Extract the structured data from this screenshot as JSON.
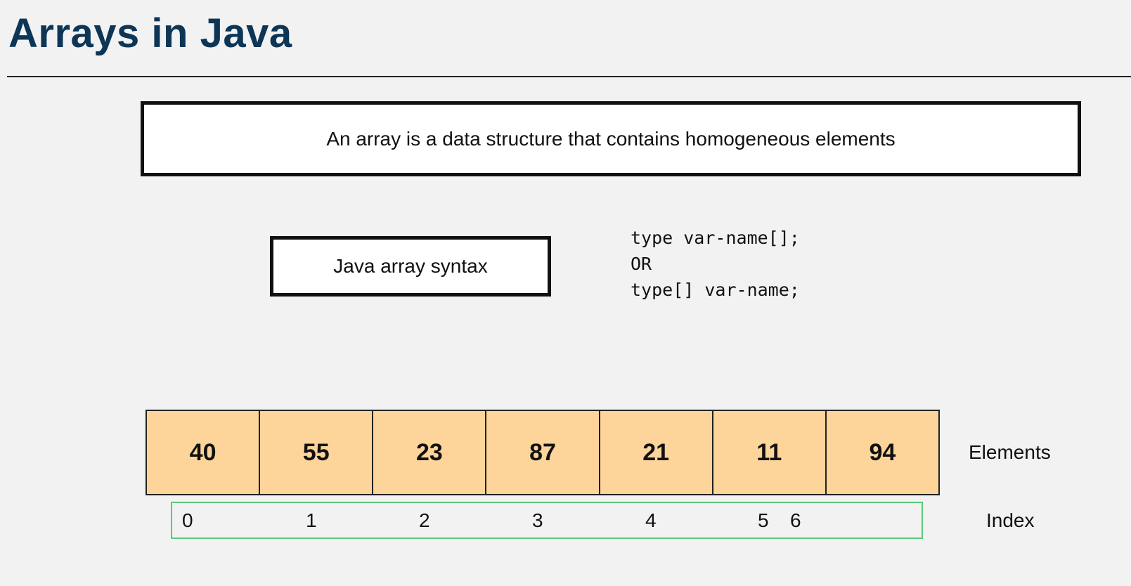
{
  "title": "Arrays in Java",
  "definition": "An array is a data structure that contains homogeneous elements",
  "syntax_label": "Java array syntax",
  "code_lines": [
    "type var-name[];",
    "OR",
    "type[] var-name;"
  ],
  "elements": [
    "40",
    "55",
    "23",
    "87",
    "21",
    "11",
    "94"
  ],
  "elements_label": "Elements",
  "indices": [
    "0",
    "1",
    "2",
    "3",
    "4",
    "5",
    "6"
  ],
  "index_label": "Index",
  "colors": {
    "title": "#0d3556",
    "element_fill": "#fdd49a",
    "index_border": "#5cc97c"
  }
}
